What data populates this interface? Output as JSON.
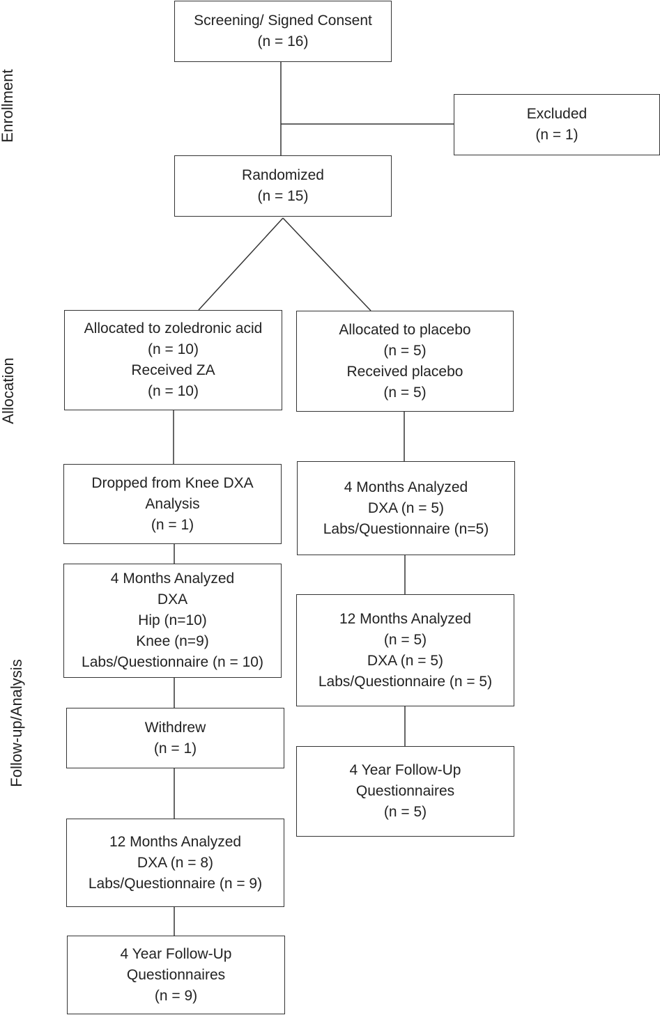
{
  "stages": {
    "enrollment": "Enrollment",
    "allocation": "Allocation",
    "followup": "Follow-up/Analysis"
  },
  "boxes": {
    "screening": [
      "Screening/ Signed Consent",
      "(n = 16)"
    ],
    "excluded": [
      "Excluded",
      "(n = 1)"
    ],
    "randomized": [
      "Randomized",
      "(n = 15)"
    ],
    "za_alloc": [
      "Allocated to zoledronic acid",
      "(n = 10)",
      "Received ZA",
      "(n = 10)"
    ],
    "pl_alloc": [
      "Allocated to placebo",
      "(n = 5)",
      "Received placebo",
      "(n = 5)"
    ],
    "za_dropped": [
      "Dropped from Knee DXA",
      "Analysis",
      "(n = 1)"
    ],
    "pl_4m": [
      "4 Months Analyzed",
      "DXA (n = 5)",
      "Labs/Questionnaire (n=5)"
    ],
    "za_4m": [
      "4 Months Analyzed",
      "DXA",
      "Hip (n=10)",
      "Knee (n=9)",
      "Labs/Questionnaire (n = 10)"
    ],
    "pl_12m": [
      "12 Months Analyzed",
      "(n = 5)",
      "DXA (n = 5)",
      "Labs/Questionnaire (n = 5)"
    ],
    "za_withdrew": [
      "Withdrew",
      "(n = 1)"
    ],
    "pl_4y": [
      "4 Year Follow-Up",
      "Questionnaires",
      "(n = 5)"
    ],
    "za_12m": [
      "12 Months Analyzed",
      "DXA (n = 8)",
      "Labs/Questionnaire (n = 9)"
    ],
    "za_4y": [
      "4 Year Follow-Up",
      "Questionnaires",
      "(n = 9)"
    ]
  },
  "colors": {
    "line": "#333333",
    "text": "#222222",
    "background": "#ffffff"
  }
}
